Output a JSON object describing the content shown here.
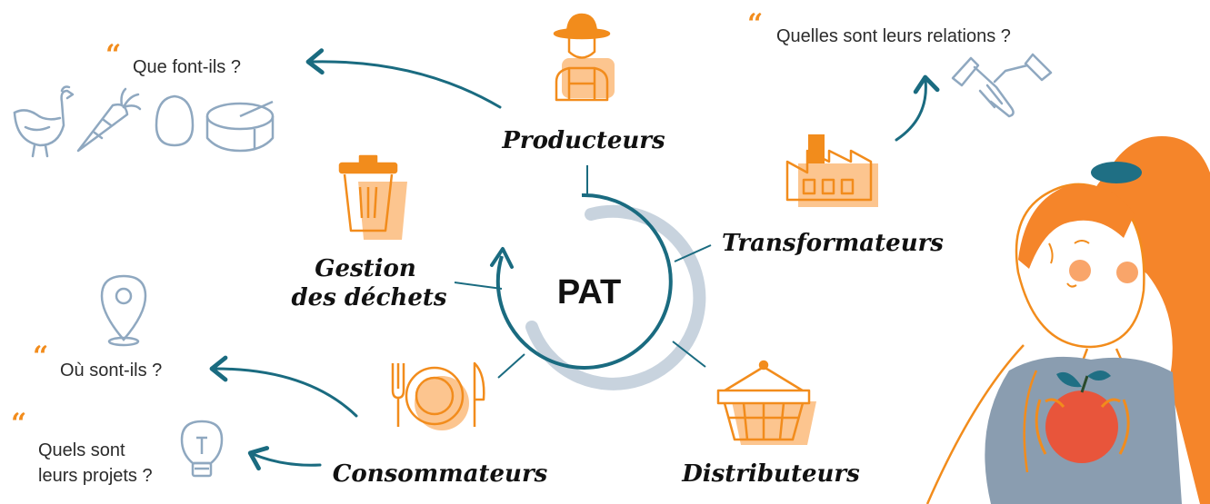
{
  "center": {
    "label": "PAT"
  },
  "actors": {
    "producteurs": "Producteurs",
    "transformateurs": "Transformateurs",
    "distributeurs": "Distributeurs",
    "consommateurs": "Consommateurs",
    "gestion_line1": "Gestion",
    "gestion_line2": "des déchets"
  },
  "questions": {
    "que_font_ils": "Que font-ils ?",
    "relations": "Quelles sont leurs relations ?",
    "ou_sont_ils": "Où sont-ils ?",
    "projets_line1": "Quels sont",
    "projets_line2": "leurs projets ?"
  },
  "colors": {
    "orange": "#f28c1c",
    "peach": "#fcc58f",
    "teal": "#1a6b80",
    "grey_blue": "#8fa8c0",
    "ring_light": "#c8d3de"
  },
  "icons": [
    "chicken-icon",
    "carrot-icon",
    "egg-icon",
    "cheese-icon",
    "handshake-icon",
    "map-pin-icon",
    "lightbulb-icon",
    "farmer-icon",
    "factory-icon",
    "trash-can-icon",
    "plate-cutlery-icon",
    "basket-icon"
  ]
}
